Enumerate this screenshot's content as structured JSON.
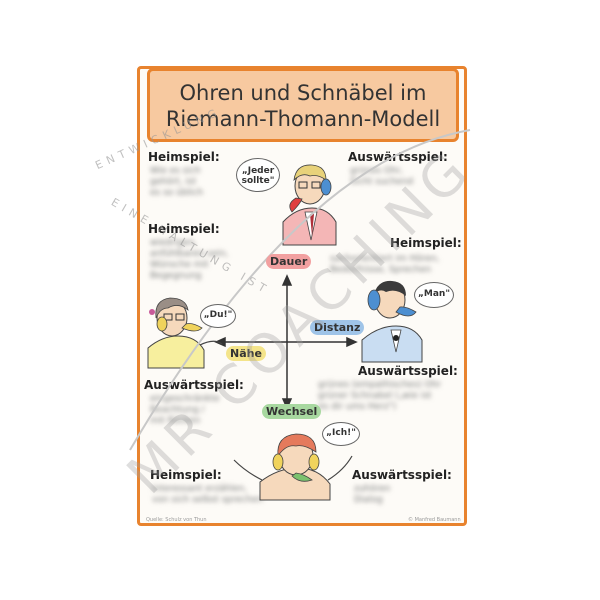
{
  "title": {
    "line1": "Ohren und Schnäbel im",
    "line2": "Riemann-Thomann-Modell"
  },
  "labels": {
    "heimspiel_1": "Heimspiel:",
    "auswaertsspiel_1": "Auswärtsspiel:",
    "heimspiel_2": "Heimspiel:",
    "heimspiel_3": "Heimspiel:",
    "auswaertsspiel_2": "Auswärtsspiel:",
    "auswaertsspiel_3": "Auswärtsspiel:",
    "heimspiel_4": "Heimspiel:",
    "auswaertsspiel_4": "Auswärtsspiel:"
  },
  "blurred_text": {
    "tl": "Wie es sich\ngehört, ist\nes so üblich",
    "tr": "grünes Ohr,\nSicht suchend",
    "ml": "wiedrigen,\nanfühlbaren sein,\nWünsche mit\nBegegnung",
    "mr": "sachorientiert im Hören,\nBedürfnisse, Sprechen",
    "bl": "eingeschränkte\nBeachtung /\nmit Rücken",
    "br": "grünes (empathisches) Ohr\ngrüner Schnabel („wie ist\nes dir ums Herz\")",
    "bbl": "interessant erzählen,\nvon sich selbst sprechen",
    "bbr": "zuhören\nDialog"
  },
  "axes": {
    "top": "Dauer",
    "right": "Distanz",
    "left": "Nähe",
    "bottom": "Wechsel"
  },
  "bubbles": {
    "top": "„Jeder sollte\"",
    "right": "„Man\"",
    "left": "„Du!\"",
    "bottom": "„Ich!\""
  },
  "watermark": {
    "main": "MR COACHING",
    "arc1": "ENTWICKLUNG",
    "arc2": "EINE HALTUNG IST"
  },
  "footer": {
    "left": "Quelle: Schulz von Thun",
    "right": "© Manfred Baumann"
  },
  "colors": {
    "accent": "#e8832e",
    "title_bg": "#f7c9a0",
    "dauer": "#f2a0a0",
    "distanz": "#9fc4e8",
    "naehe": "#f4e48a",
    "wechsel": "#a8d8a0"
  }
}
